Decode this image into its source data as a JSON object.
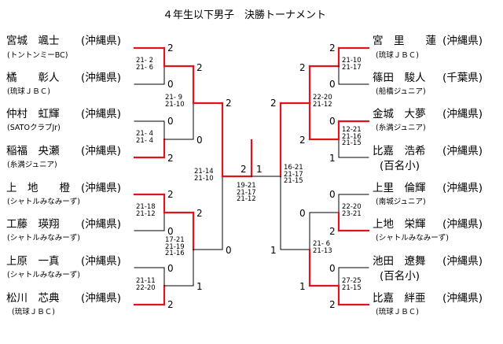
{
  "title": "４年生以下男子　決勝トーナメント",
  "left_players": [
    {
      "name": "宮城　颯士",
      "pref": "(沖縄県)",
      "club": "(トントンミーBC)"
    },
    {
      "name": "橘　　彰人",
      "pref": "(沖縄県)",
      "club": "(琉球ＪＢＣ)"
    },
    {
      "name": "仲村　虹輝",
      "pref": "(沖縄県)",
      "club": "(SATOクラブJr)"
    },
    {
      "name": "稲福　央瀬",
      "pref": "(沖縄県)",
      "club": "(糸満ジュニア)"
    },
    {
      "name": "上　地　　橙",
      "pref": "(沖縄県)",
      "club": "(シャトルみなみーず)"
    },
    {
      "name": "工藤　瑛翔",
      "pref": "(沖縄県)",
      "club": "(シャトルみなみーず)"
    },
    {
      "name": "上原　一真",
      "pref": "(沖縄県)",
      "club": "(シャトルみなみーず)"
    },
    {
      "name": "松川　芯典",
      "pref": "(沖縄県)",
      "club": "(琉球ＪＢＣ)"
    }
  ],
  "right_players": [
    {
      "name": "宮　里　　蓮",
      "pref": "(沖縄県)",
      "club": "(琉球ＪＢＣ)"
    },
    {
      "name": "篠田　駿人",
      "pref": "(千葉県)",
      "club": "(船橋ジュニア)"
    },
    {
      "name": "金城　大夢",
      "pref": "(沖縄県)",
      "club": "(糸満ジュニア)"
    },
    {
      "name": "比嘉　浩希",
      "pref": "",
      "club": "(百名小)"
    },
    {
      "name": "上里　倫輝",
      "pref": "(沖縄県)",
      "club": "(南城ジュニア)"
    },
    {
      "name": "上地　栄輝",
      "pref": "(沖縄県)",
      "club": "(シャトルみなみーず)"
    },
    {
      "name": "池田　遼舞",
      "pref": "(沖縄県)",
      "club": "(百名小)"
    },
    {
      "name": "比嘉　絆亜",
      "pref": "(沖縄県)",
      "club": "(琉球ＪＢＣ)"
    }
  ],
  "right_extra_pref": "(沖縄県)",
  "results": {
    "L_r1": [
      "2",
      "0",
      "0",
      "2",
      "2",
      "0",
      "0",
      "2"
    ],
    "L_r2": [
      "2",
      "0",
      "2",
      "1"
    ],
    "L_r3": [
      "2",
      "0"
    ],
    "R_r1": [
      "2",
      "0",
      "0",
      "1",
      "0",
      "2",
      "0",
      "2"
    ],
    "R_r2": [
      "2",
      "2",
      "0",
      "1"
    ],
    "R_r3": [
      "2",
      "1"
    ],
    "final": [
      "2",
      "1"
    ]
  },
  "scores": {
    "L_m1": [
      "21-  2",
      "21-  6"
    ],
    "L_m2": [
      "21-  4",
      "21-  4"
    ],
    "L_m3": [
      "21-18",
      "21-12"
    ],
    "L_m4": [
      "21-11",
      "22-20"
    ],
    "L_s1": [
      "21-  9",
      "21-10"
    ],
    "L_s2": [
      "17-21",
      "21-19",
      "21-16"
    ],
    "L_semi": [
      "21-14",
      "21-10"
    ],
    "final": [
      "19-21",
      "21-17",
      "21-12"
    ],
    "R_semi": [
      "16-21",
      "21-17",
      "21-15"
    ],
    "R_s1": [
      "22-20",
      "21-12"
    ],
    "R_s2": [
      "21-  6",
      "21-13"
    ],
    "R_m1": [
      "21-10",
      "21-17"
    ],
    "R_m2": [
      "12-21",
      "21-16",
      "21-15"
    ],
    "R_m3": [
      "22-20",
      "23-21"
    ],
    "R_m4": [
      "27-25",
      "21-15"
    ]
  },
  "colors": {
    "win": "#e0141e",
    "line": "#000000"
  }
}
